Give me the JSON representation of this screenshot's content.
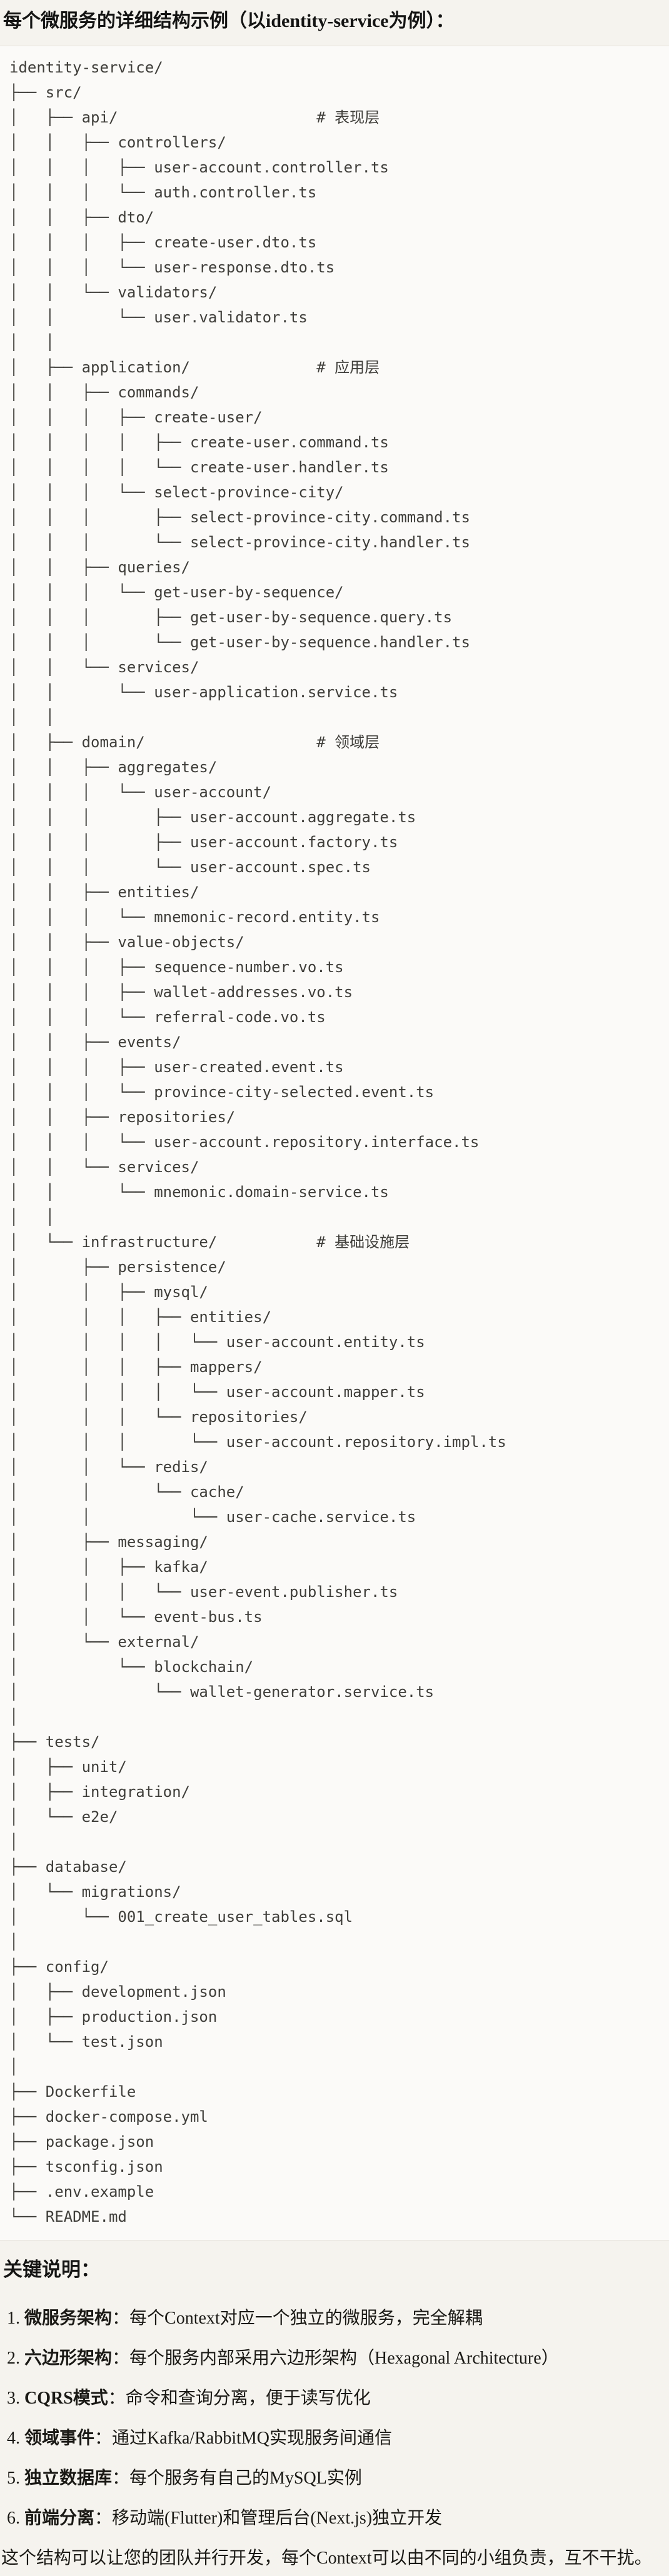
{
  "colors": {
    "page_bg": "#f5f3ee",
    "code_bg": "#fbfaf8",
    "border": "#e5e2da",
    "text": "#1a1915",
    "code_text": "#3f3e3a"
  },
  "header": {
    "title": "每个微服务的详细结构示例（以identity-service为例）："
  },
  "code_block": {
    "language": "plain-text",
    "tree_text": "identity-service/\n├── src/\n│   ├── api/                      # 表现层\n│   │   ├── controllers/\n│   │   │   ├── user-account.controller.ts\n│   │   │   └── auth.controller.ts\n│   │   ├── dto/\n│   │   │   ├── create-user.dto.ts\n│   │   │   └── user-response.dto.ts\n│   │   └── validators/\n│   │       └── user.validator.ts\n│   │\n│   ├── application/              # 应用层\n│   │   ├── commands/\n│   │   │   ├── create-user/\n│   │   │   │   ├── create-user.command.ts\n│   │   │   │   └── create-user.handler.ts\n│   │   │   └── select-province-city/\n│   │   │       ├── select-province-city.command.ts\n│   │   │       └── select-province-city.handler.ts\n│   │   ├── queries/\n│   │   │   └── get-user-by-sequence/\n│   │   │       ├── get-user-by-sequence.query.ts\n│   │   │       └── get-user-by-sequence.handler.ts\n│   │   └── services/\n│   │       └── user-application.service.ts\n│   │\n│   ├── domain/                   # 领域层\n│   │   ├── aggregates/\n│   │   │   └── user-account/\n│   │   │       ├── user-account.aggregate.ts\n│   │   │       ├── user-account.factory.ts\n│   │   │       └── user-account.spec.ts\n│   │   ├── entities/\n│   │   │   └── mnemonic-record.entity.ts\n│   │   ├── value-objects/\n│   │   │   ├── sequence-number.vo.ts\n│   │   │   ├── wallet-addresses.vo.ts\n│   │   │   └── referral-code.vo.ts\n│   │   ├── events/\n│   │   │   ├── user-created.event.ts\n│   │   │   └── province-city-selected.event.ts\n│   │   ├── repositories/\n│   │   │   └── user-account.repository.interface.ts\n│   │   └── services/\n│   │       └── mnemonic.domain-service.ts\n│   │\n│   └── infrastructure/           # 基础设施层\n│       ├── persistence/\n│       │   ├── mysql/\n│       │   │   ├── entities/\n│       │   │   │   └── user-account.entity.ts\n│       │   │   ├── mappers/\n│       │   │   │   └── user-account.mapper.ts\n│       │   │   └── repositories/\n│       │   │       └── user-account.repository.impl.ts\n│       │   └── redis/\n│       │       └── cache/\n│       │           └── user-cache.service.ts\n│       ├── messaging/\n│       │   ├── kafka/\n│       │   │   └── user-event.publisher.ts\n│       │   └── event-bus.ts\n│       └── external/\n│           └── blockchain/\n│               └── wallet-generator.service.ts\n│\n├── tests/\n│   ├── unit/\n│   ├── integration/\n│   └── e2e/\n│\n├── database/\n│   └── migrations/\n│       └── 001_create_user_tables.sql\n│\n├── config/\n│   ├── development.json\n│   ├── production.json\n│   └── test.json\n│\n├── Dockerfile\n├── docker-compose.yml\n├── package.json\n├── tsconfig.json\n├── .env.example\n└── README.md"
  },
  "notes": {
    "heading": "关键说明：",
    "items": [
      {
        "num": "1.",
        "term": "微服务架构",
        "colon": "：",
        "desc": "每个Context对应一个独立的微服务，完全解耦"
      },
      {
        "num": "2.",
        "term": "六边形架构",
        "colon": "：",
        "desc": "每个服务内部采用六边形架构（Hexagonal Architecture）"
      },
      {
        "num": "3.",
        "term": "CQRS模式",
        "colon": "：",
        "desc": "命令和查询分离，便于读写优化"
      },
      {
        "num": "4.",
        "term": "领域事件",
        "colon": "：",
        "desc": "通过Kafka/RabbitMQ实现服务间通信"
      },
      {
        "num": "5.",
        "term": "独立数据库",
        "colon": "：",
        "desc": "每个服务有自己的MySQL实例"
      },
      {
        "num": "6.",
        "term": "前端分离",
        "colon": "：",
        "desc": "移动端(Flutter)和管理后台(Next.js)独立开发"
      }
    ],
    "closing": "这个结构可以让您的团队并行开发，每个Context可以由不同的小组负责，互不干扰。"
  }
}
